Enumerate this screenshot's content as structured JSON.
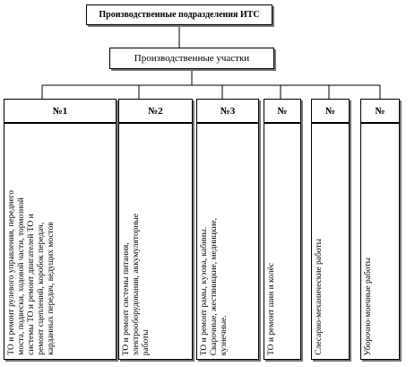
{
  "diagram": {
    "title": "Производственные  подразделения ИТС",
    "subtitle": "Производственные  участки",
    "sections": [
      {
        "head": "№1",
        "text": "ТО и ремонт рулевого управления, переднего\nмоста, подвески, ходовой части, тормозной\nсистемы ТО и ремонт двигателей ТО и\nремонт сцеплений, коробок передач,\nкарданных передач, ведущих мостов"
      },
      {
        "head": "№2",
        "text": "ТО и ремонт системы питания,\nэлектрооборудования, аккумуляторные\nработы"
      },
      {
        "head": "№3",
        "text": "ТО и ремонт рамы, кузова, кабины.\nСварочные, жестяницкие, медницкие,\nкузнечные."
      },
      {
        "head": "№",
        "text": "ТО и ремонт шин и колёс"
      },
      {
        "head": "№",
        "text": "Слесарно-механические работы"
      },
      {
        "head": "№",
        "text": "Уборочно-моечные работы"
      }
    ]
  }
}
